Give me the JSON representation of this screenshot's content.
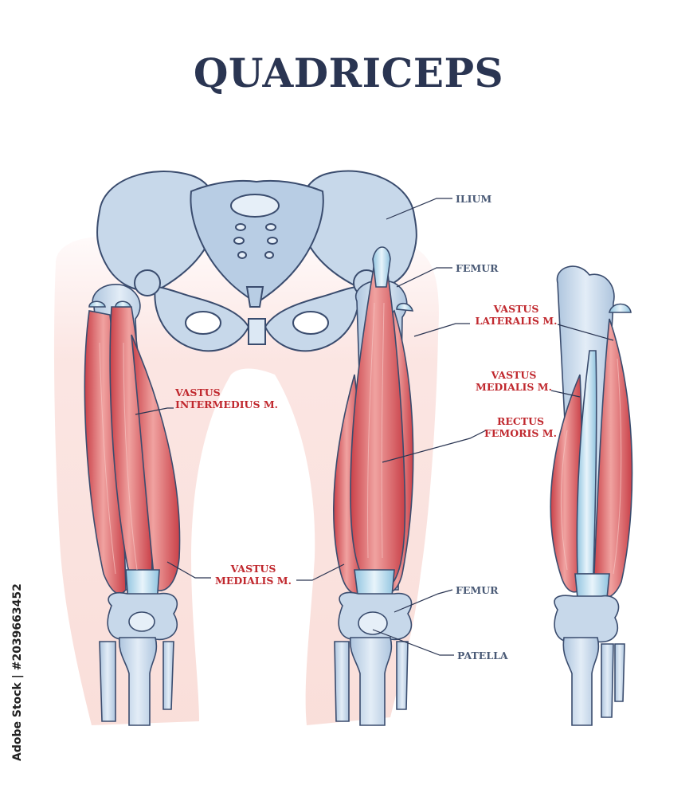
{
  "title": "QUADRICEPS",
  "labels": {
    "ilium": "ILIUM",
    "femur_top": "FEMUR",
    "vastus_lateralis": [
      "VASTUS",
      "LATERALIS M."
    ],
    "vastus_medialis_right": [
      "VASTUS",
      "MEDIALIS M."
    ],
    "rectus_femoris": [
      "RECTUS",
      "FEMORIS M."
    ],
    "vastus_intermedius": [
      "VASTUS",
      "INTERMEDIUS M."
    ],
    "vastus_medialis_center": [
      "VASTUS",
      "MEDIALIS M."
    ],
    "femur_bottom": "FEMUR",
    "patella": "PATELLA"
  },
  "credit": "Adobe Stock | #2039663452",
  "colors": {
    "title": "#2a3552",
    "bone": "#c7d8ea",
    "bone_outline": "#3a4c6e",
    "muscle": "#d8545a",
    "muscle_light": "#f2a8a6",
    "skin": "#fbe4e1",
    "muscle_label": "#c0282e",
    "bone_label": "#4a5a76"
  }
}
